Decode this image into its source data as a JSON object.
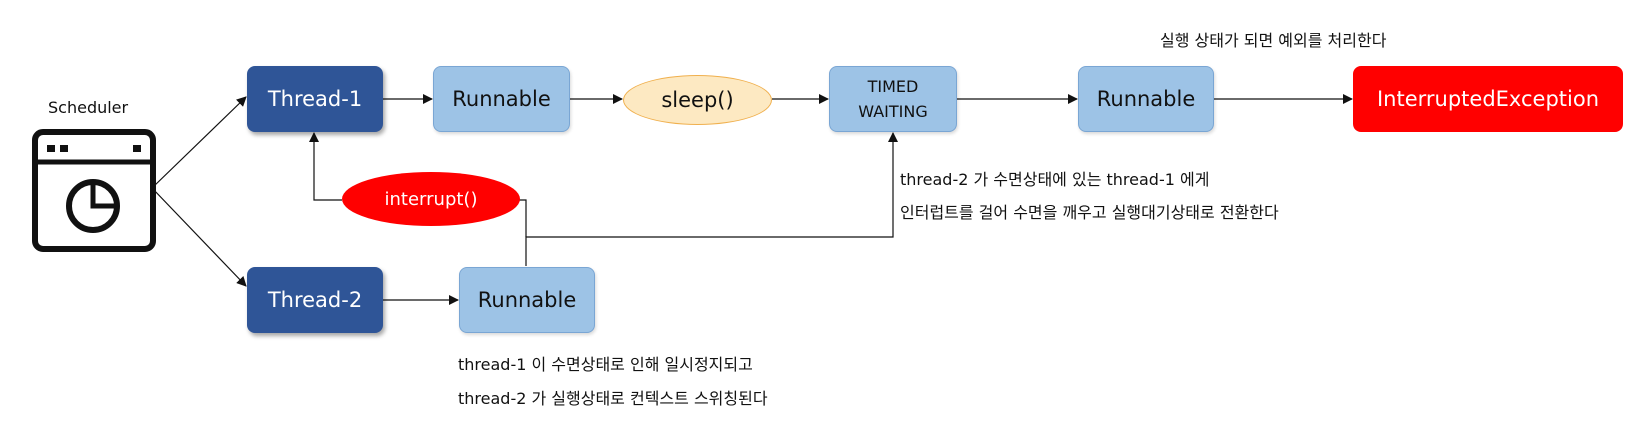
{
  "scheduler": {
    "label": "Scheduler",
    "icon": "scheduler-window-clock-icon"
  },
  "threads": {
    "thread1": "Thread-1",
    "thread2": "Thread-2"
  },
  "states": {
    "runnable_a": "Runnable",
    "runnable_b": "Runnable",
    "runnable_c": "Runnable",
    "sleep": "sleep()",
    "timed_line1": "TIMED",
    "timed_line2": "WAITING",
    "interrupt": "interrupt()",
    "exception": "InterruptedException"
  },
  "notes": {
    "top": "실행 상태가 되면 예외를 처리한다",
    "middle_line1": "thread-2 가 수면상태에 있는 thread-1 에게",
    "middle_line2": "인터럽트를 걸어 수면을 깨우고 실행대기상태로 전환한다",
    "bottom_line1": "thread-1 이 수면상태로 인해 일시정지되고",
    "bottom_line2": "thread-2 가 실행상태로 컨텍스트 스위칭된다"
  },
  "colors": {
    "thread": "#2f5597",
    "runnable": "#9dc3e6",
    "sleep_fill": "#fde9c2",
    "sleep_border": "#f0b04e",
    "alert_red": "#ff0000"
  }
}
